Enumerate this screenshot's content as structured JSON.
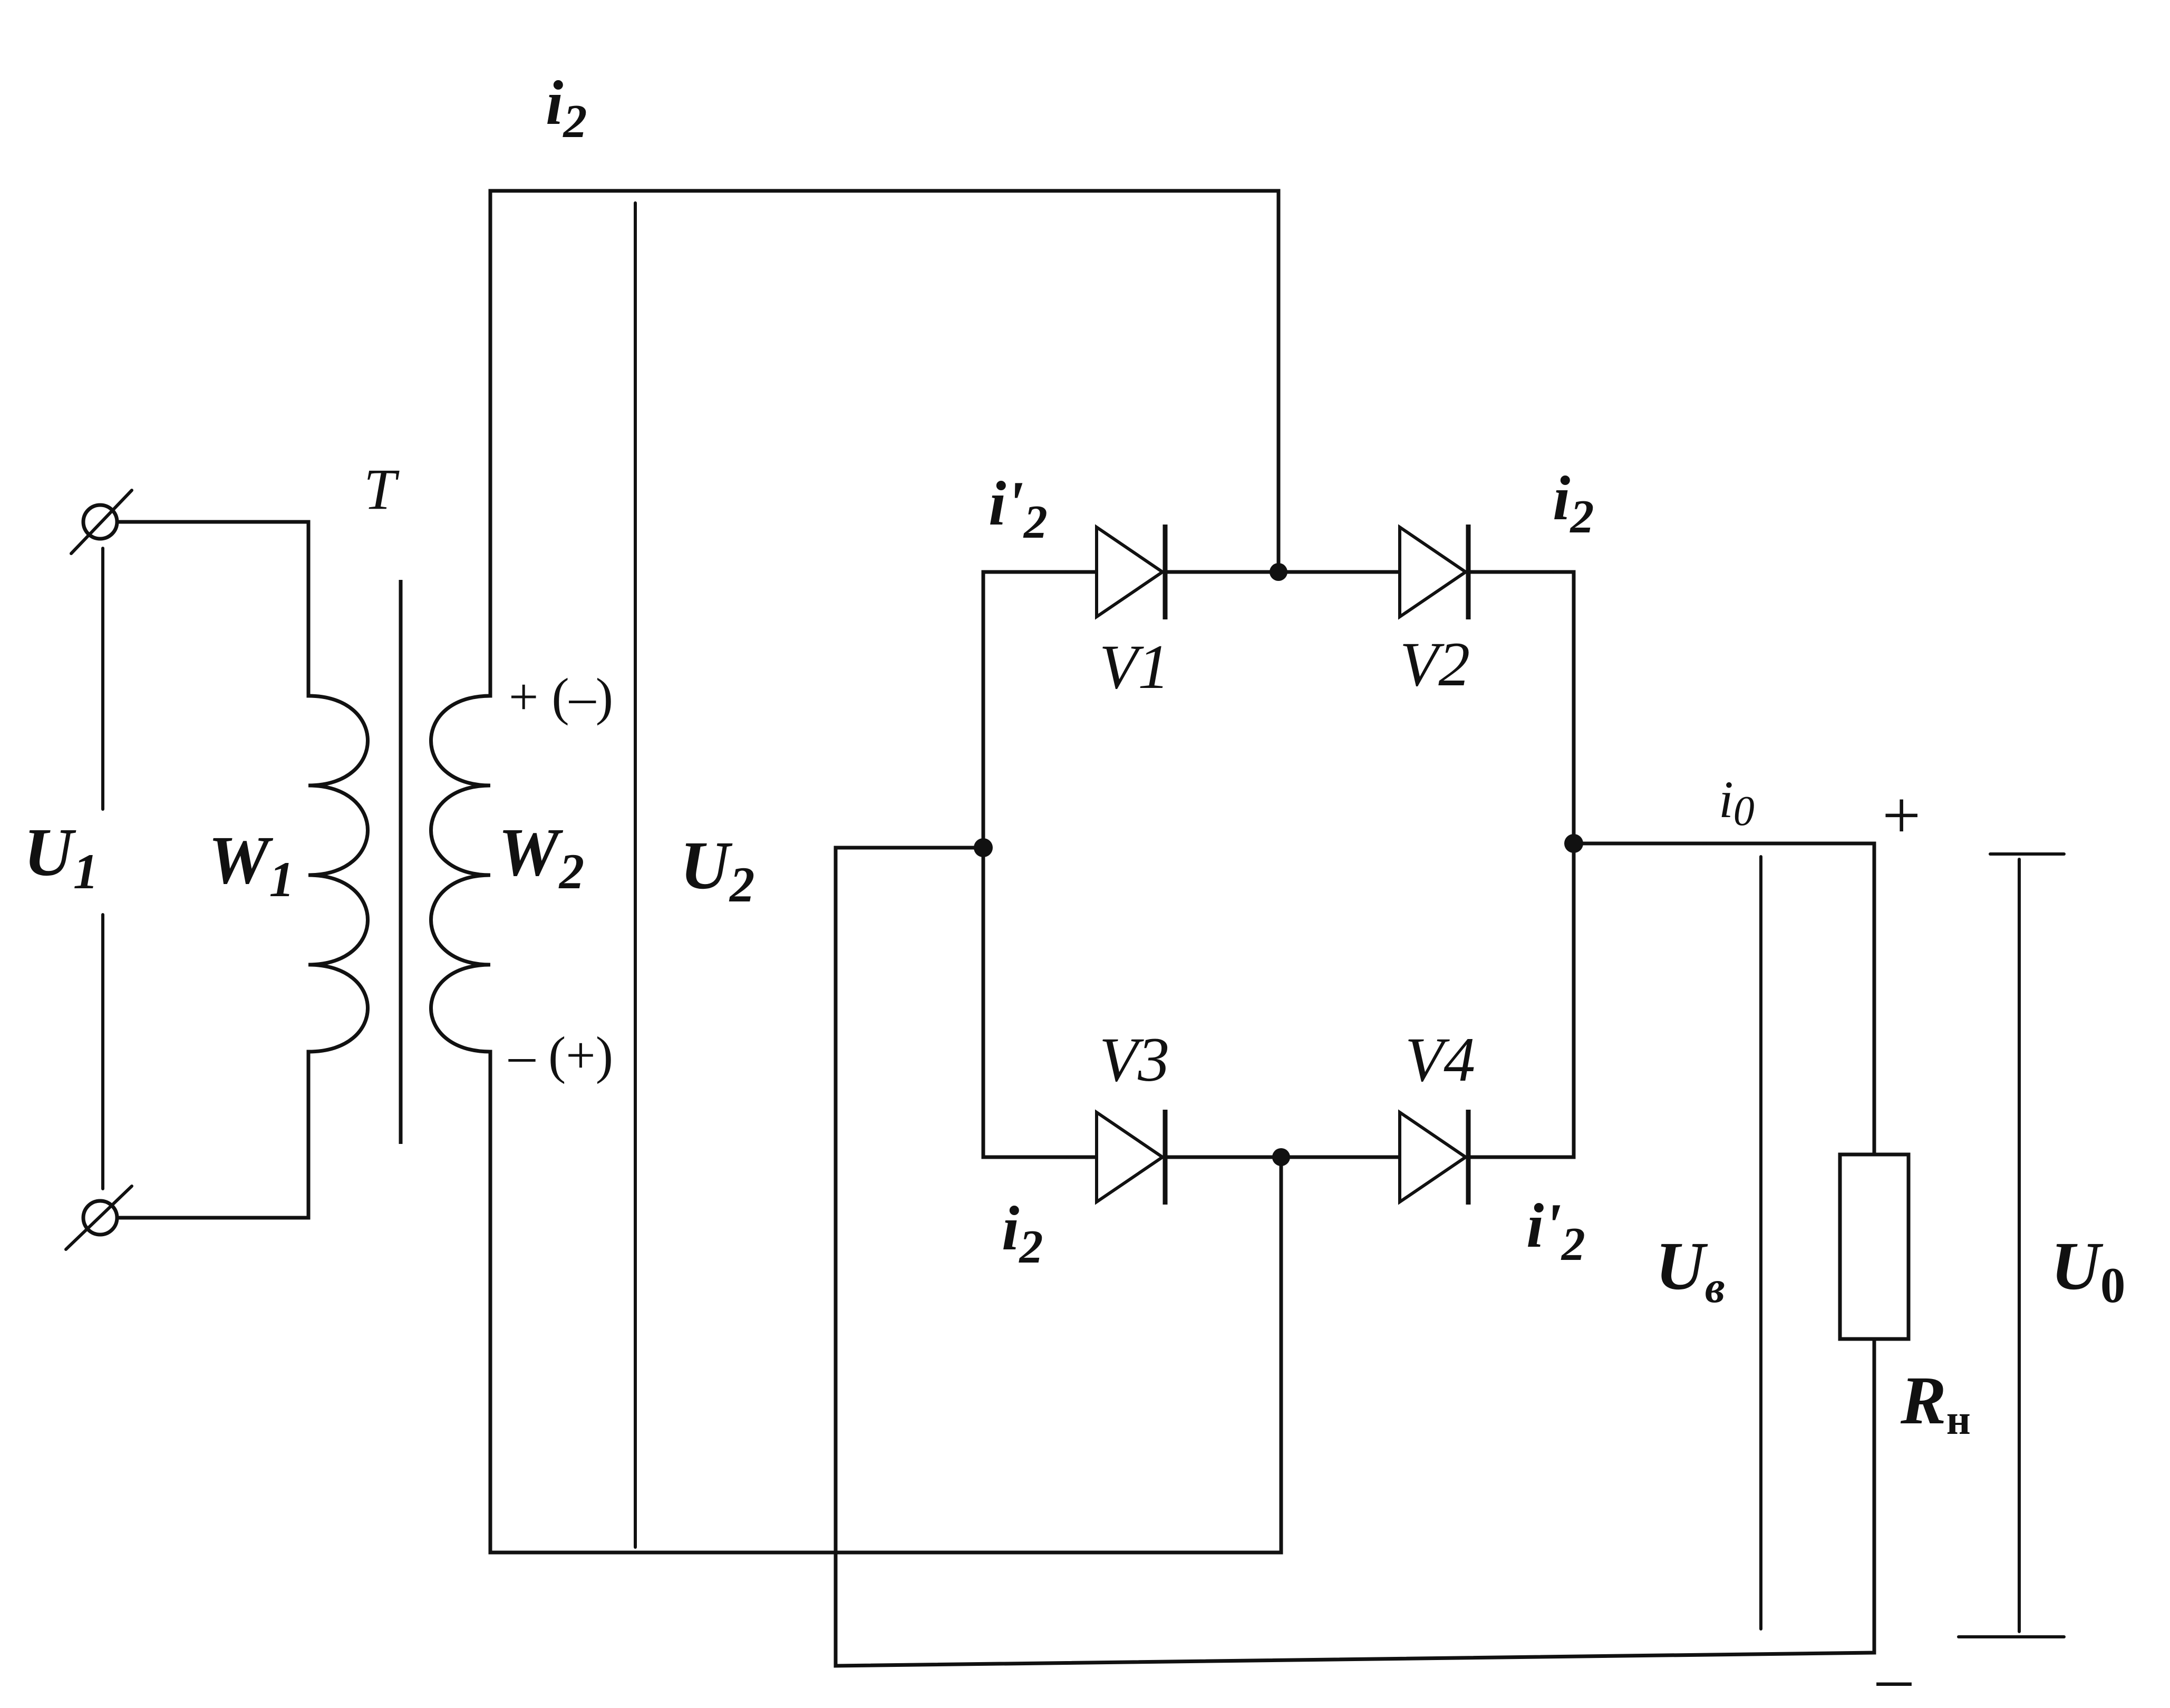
{
  "labels": {
    "transformer": {
      "base": "T"
    },
    "winding_primary": {
      "base": "W",
      "sub": "1"
    },
    "winding_secondary": {
      "base": "W",
      "sub": "2"
    },
    "voltage_primary": {
      "base": "U",
      "sub": "1"
    },
    "voltage_secondary": {
      "base": "U",
      "sub": "2"
    },
    "secondary_top_polarity": "+ (–)",
    "secondary_bottom_polarity": "– (+)",
    "current_top": {
      "base": "i",
      "sub": "2"
    },
    "current_v1": {
      "base": "i'",
      "sub": "2"
    },
    "current_v2": {
      "base": "i",
      "sub": "2"
    },
    "current_v3": {
      "base": "i",
      "sub": "2"
    },
    "current_v4": {
      "base": "i'",
      "sub": "2"
    },
    "current_output": {
      "base": "i",
      "sub": "0"
    },
    "diode_v1": "V1",
    "diode_v2": "V2",
    "diode_v3": "V3",
    "diode_v4": "V4",
    "voltage_rectified": {
      "base": "U",
      "sub": "в"
    },
    "voltage_output": {
      "base": "U",
      "sub": "0"
    },
    "load_resistor": {
      "base": "R",
      "sub": "н"
    },
    "output_plus": "+",
    "output_minus": "–"
  }
}
